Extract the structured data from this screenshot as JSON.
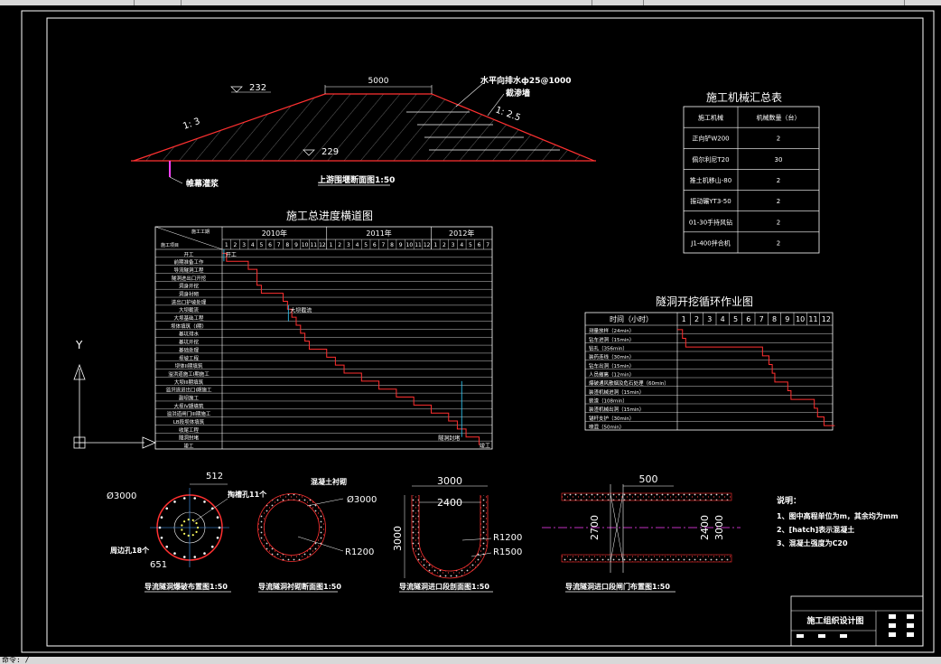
{
  "command_line": {
    "prompt": "命令: /"
  },
  "section": {
    "title": "上游围堰断面图1:50",
    "dim_width": "5000",
    "elev_top": "232",
    "elev_bottom": "229",
    "slope_left": "1: 3",
    "slope_right": "1: 2.5",
    "label_drain": "水平向排水ф25@1000",
    "label_seepage": "截渗墙",
    "label_grout": "帷幕灌浆"
  },
  "machinery": {
    "title": "施工机械汇总表",
    "headers": [
      "施工机械",
      "机械数量（台）"
    ],
    "rows": [
      [
        "正向铲W200",
        "2"
      ],
      [
        "佩尔利尼T20",
        "30"
      ],
      [
        "推土机移山-80",
        "2"
      ],
      [
        "振动碾YT3-50",
        "2"
      ],
      [
        "01-30手持风钻",
        "2"
      ],
      [
        "J1-400拌合机",
        "2"
      ]
    ]
  },
  "schedule": {
    "title": "施工总进度横道图",
    "corner_top": "施工工期",
    "corner_bottom": "施工项目",
    "years": [
      "2010年",
      "2011年",
      "2012年"
    ],
    "months": [
      "1",
      "2",
      "3",
      "4",
      "5",
      "6",
      "7",
      "8",
      "9",
      "10",
      "11",
      "12",
      "1",
      "2",
      "3",
      "4",
      "5",
      "6",
      "7",
      "8",
      "9",
      "10",
      "11",
      "12",
      "1",
      "2",
      "3",
      "4",
      "5",
      "6",
      "7"
    ],
    "tasks": [
      "开工",
      "前期准备工作",
      "导流隧洞工程",
      "隧洞进出口开挖",
      "洞身开挖",
      "洞身衬砌",
      "进出口护坡处理",
      "大坝截流",
      "大坝基础工程",
      "坝体填筑（I期）",
      "基坑排水",
      "基坑开挖",
      "基础处理",
      "坝坡工程",
      "坝体II期填筑",
      "溢洪道施工I期施工",
      "大坝III期填筑",
      "溢洪道进出口I期施工",
      "副坝施工",
      "大坝IV期填筑",
      "溢洪道闸门III期施工",
      "LB段坝体填筑",
      "收尾工程",
      "隧洞封堵",
      "竣工"
    ],
    "marker_start": "开工",
    "marker_closure": "大坝截流",
    "marker_plug": "隧洞封堵",
    "marker_end": "竣工"
  },
  "cycle": {
    "title": "隧洞开挖循环作业图",
    "header": "时间（小时）",
    "hours": [
      "1",
      "2",
      "3",
      "4",
      "5",
      "6",
      "7",
      "8",
      "9",
      "10",
      "11",
      "12"
    ],
    "tasks": [
      "测量放样（24min）",
      "钻车进洞（15min）",
      "钻孔（356min）",
      "装药连线（30min）",
      "钻车出洞（15min）",
      "人员撤离（12min）",
      "爆破通风散烟及危石处理（60min）",
      "装渣机械进洞（15min）",
      "装渣（108min）",
      "装渣机械出洞（15min）",
      "锚杆支护（30min）",
      "喷混（50min）"
    ]
  },
  "tunnel": {
    "d1_title": "导流隧洞爆破布置图1:50",
    "d1_diam": "Ø3000",
    "d1_dim_top": "512",
    "d1_dim_bottom": "651",
    "d1_holes_label": "掏槽孔11个",
    "d1_perim_label": "周边孔18个",
    "d2_title": "导流隧洞衬砌断面图1:50",
    "d2_label": "混凝土衬砌",
    "d2_diam": "Ø3000",
    "d2_radius": "R1200",
    "d3_title": "导流隧洞进口段剖面图1:50",
    "d3_w_outer": "3000",
    "d3_w_inner": "2400",
    "d3_h": "3000",
    "d3_r1": "R1200",
    "d3_r2": "R1500",
    "d4_title": "导流隧洞进口段闸门布置图1:50",
    "d4_dim_top": "500",
    "d4_h_left": "2700",
    "d4_h_inner": "2400",
    "d4_h_outer": "3000"
  },
  "notes": {
    "heading": "说明：",
    "lines": [
      "1、图中高程单位为m，其余均为mm",
      "2、[hatch]表示混凝土",
      "3、混凝土强度为C20"
    ]
  },
  "title_block": {
    "title": "施工组织设计图"
  },
  "ucs": {
    "y_label": "Y"
  }
}
